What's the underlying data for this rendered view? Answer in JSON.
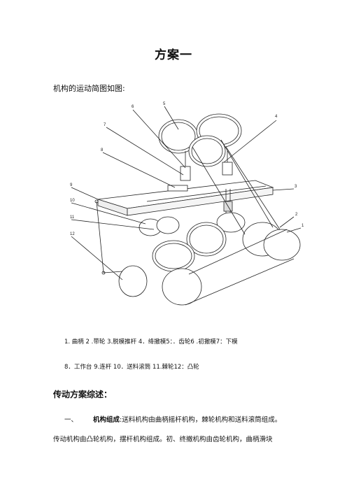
{
  "title": "方案一",
  "intro": "机构的运动简图如图:",
  "figure_labels": [
    "1",
    "2",
    "3",
    "4",
    "5",
    "6",
    "7",
    "8",
    "9",
    "10",
    "11",
    "12"
  ],
  "caption_line1": "1. 曲柄    2 .带轮   3.脱模推杆   4．绛撤模5：．齿轮6 .初撤模7：下模",
  "caption_line2": "8．工作台     9.连杆   10．送料滚筒        11.棘轮12：凸轮",
  "section_title": "传动方案综述：",
  "para1": {
    "num": "一、",
    "bold": "机构组成",
    "text": ":送料机构由曲柄摇杆机构，棘轮机构和送料滚筒组成。"
  },
  "para2": "传动机构由凸轮机构，摆杆机构组成。初、终撤机构由齿轮机构，曲柄滑块"
}
